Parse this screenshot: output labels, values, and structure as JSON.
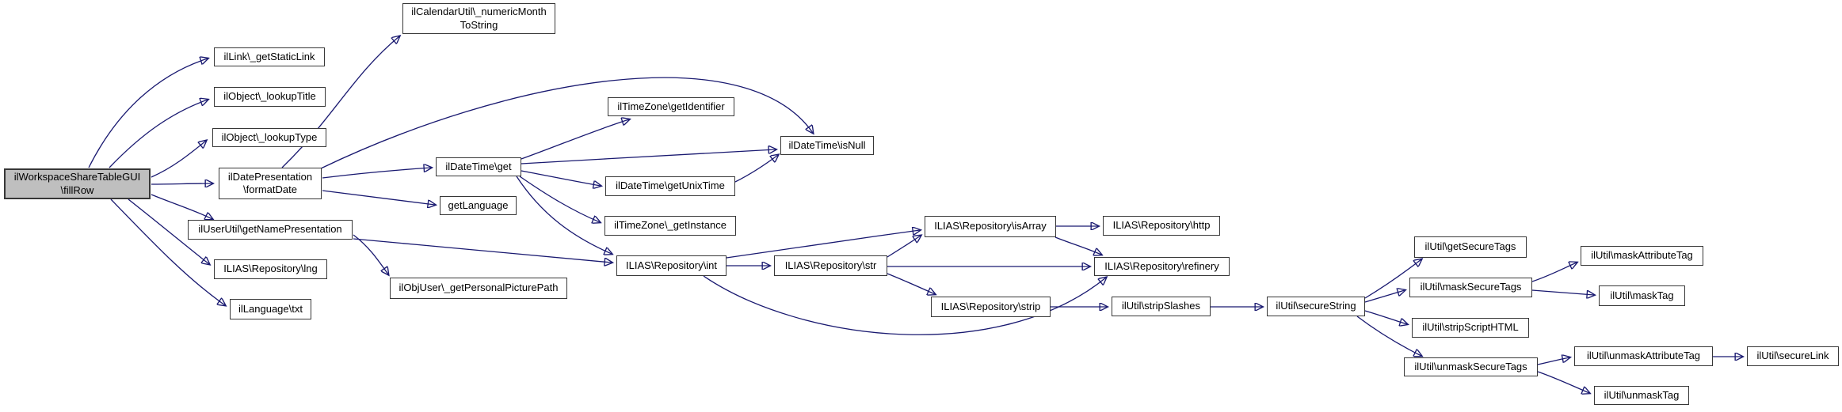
{
  "diagram": {
    "type": "call-graph",
    "root": "ilWorkspaceShareTableGUI\\fillRow",
    "colors": {
      "background": "#ffffff",
      "node_fill": "#ffffff",
      "node_border": "#373737",
      "root_fill": "#bfbfbf",
      "edge": "#191970",
      "text": "#000000"
    },
    "nodes": {
      "fillrow": {
        "label": "ilWorkspaceShareTableGUI\\fillRow",
        "lines": [
          "ilWorkspaceShareTableGUI",
          "\\fillRow"
        ]
      },
      "numericmonth": {
        "label": "ilCalendarUtil\\_numericMonthToString",
        "lines": [
          "ilCalendarUtil\\_numericMonth",
          "ToString"
        ]
      },
      "getstaticlink": {
        "label": "ilLink\\_getStaticLink"
      },
      "lookuptitle": {
        "label": "ilObject\\_lookupTitle"
      },
      "lookuptype": {
        "label": "ilObject\\_lookupType"
      },
      "formatdate": {
        "label": "ilDatePresentation\\formatDate",
        "lines": [
          "ilDatePresentation",
          "\\formatDate"
        ]
      },
      "getnamepresentation": {
        "label": "ilUserUtil\\getNamePresentation"
      },
      "lng": {
        "label": "ILIAS\\Repository\\lng"
      },
      "txt": {
        "label": "ilLanguage\\txt"
      },
      "dtget": {
        "label": "ilDateTime\\get"
      },
      "getlanguage": {
        "label": "getLanguage"
      },
      "getidentifier": {
        "label": "ilTimeZone\\getIdentifier"
      },
      "isnull": {
        "label": "ilDateTime\\isNull"
      },
      "getunixtime": {
        "label": "ilDateTime\\getUnixTime"
      },
      "getinstance": {
        "label": "ilTimeZone\\_getInstance"
      },
      "rint": {
        "label": "ILIAS\\Repository\\int"
      },
      "rstr": {
        "label": "ILIAS\\Repository\\str"
      },
      "personalpicturepath": {
        "label": "ilObjUser\\_getPersonalPicturePath"
      },
      "isarray": {
        "label": "ILIAS\\Repository\\isArray"
      },
      "http": {
        "label": "ILIAS\\Repository\\http"
      },
      "refinery": {
        "label": "ILIAS\\Repository\\refinery"
      },
      "strip": {
        "label": "ILIAS\\Repository\\strip"
      },
      "stripslashes": {
        "label": "ilUtil\\stripSlashes"
      },
      "securestring": {
        "label": "ilUtil\\secureString"
      },
      "getsecuretags": {
        "label": "ilUtil\\getSecureTags"
      },
      "masksecuretags": {
        "label": "ilUtil\\maskSecureTags"
      },
      "maskattributetag": {
        "label": "ilUtil\\maskAttributeTag"
      },
      "masktag": {
        "label": "ilUtil\\maskTag"
      },
      "stripscripthtml": {
        "label": "ilUtil\\stripScriptHTML"
      },
      "unmasksecuretags": {
        "label": "ilUtil\\unmaskSecureTags"
      },
      "unmaskattributetag": {
        "label": "ilUtil\\unmaskAttributeTag"
      },
      "unmasktag": {
        "label": "ilUtil\\unmaskTag"
      },
      "securelink": {
        "label": "ilUtil\\secureLink"
      }
    },
    "edges": [
      {
        "from": "fillrow",
        "to": "getstaticlink"
      },
      {
        "from": "fillrow",
        "to": "lookuptitle"
      },
      {
        "from": "fillrow",
        "to": "lookuptype"
      },
      {
        "from": "fillrow",
        "to": "formatdate"
      },
      {
        "from": "fillrow",
        "to": "getnamepresentation"
      },
      {
        "from": "fillrow",
        "to": "lng"
      },
      {
        "from": "fillrow",
        "to": "txt"
      },
      {
        "from": "formatdate",
        "to": "numericmonth"
      },
      {
        "from": "formatdate",
        "to": "dtget"
      },
      {
        "from": "formatdate",
        "to": "getlanguage"
      },
      {
        "from": "formatdate",
        "to": "isnull"
      },
      {
        "from": "dtget",
        "to": "getidentifier"
      },
      {
        "from": "dtget",
        "to": "isnull"
      },
      {
        "from": "dtget",
        "to": "getunixtime"
      },
      {
        "from": "dtget",
        "to": "getinstance"
      },
      {
        "from": "dtget",
        "to": "rint"
      },
      {
        "from": "getunixtime",
        "to": "isnull"
      },
      {
        "from": "getnamepresentation",
        "to": "personalpicturepath"
      },
      {
        "from": "getnamepresentation",
        "to": "rint"
      },
      {
        "from": "rint",
        "to": "rstr"
      },
      {
        "from": "rint",
        "to": "isarray"
      },
      {
        "from": "rint",
        "to": "refinery"
      },
      {
        "from": "rstr",
        "to": "isarray"
      },
      {
        "from": "rstr",
        "to": "refinery"
      },
      {
        "from": "rstr",
        "to": "strip"
      },
      {
        "from": "isarray",
        "to": "http"
      },
      {
        "from": "isarray",
        "to": "refinery"
      },
      {
        "from": "strip",
        "to": "stripslashes"
      },
      {
        "from": "stripslashes",
        "to": "securestring"
      },
      {
        "from": "securestring",
        "to": "getsecuretags"
      },
      {
        "from": "securestring",
        "to": "masksecuretags"
      },
      {
        "from": "securestring",
        "to": "stripscripthtml"
      },
      {
        "from": "securestring",
        "to": "unmasksecuretags"
      },
      {
        "from": "masksecuretags",
        "to": "maskattributetag"
      },
      {
        "from": "masksecuretags",
        "to": "masktag"
      },
      {
        "from": "unmasksecuretags",
        "to": "unmaskattributetag"
      },
      {
        "from": "unmasksecuretags",
        "to": "unmasktag"
      },
      {
        "from": "unmaskattributetag",
        "to": "securelink"
      }
    ]
  }
}
